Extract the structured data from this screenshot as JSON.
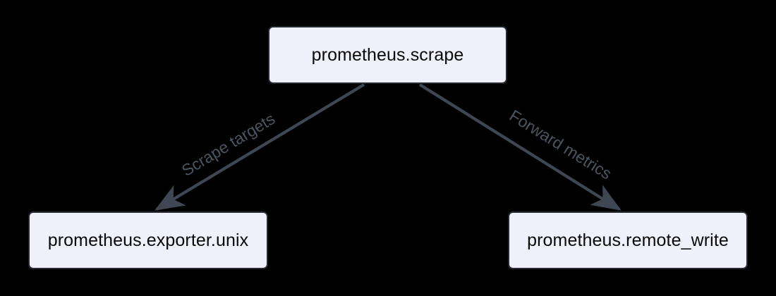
{
  "diagram": {
    "type": "flow-diagram",
    "background_color": "#000000",
    "node_fill_color": "#f0f0fa",
    "node_border_color": "#262b33",
    "node_text_color": "#0a0a0a",
    "edge_color": "#3f4852",
    "edge_label_color": "#4a5560",
    "nodes": [
      {
        "id": "scrape",
        "label": "prometheus.scrape"
      },
      {
        "id": "exporter_unix",
        "label": "prometheus.exporter.unix"
      },
      {
        "id": "remote_write",
        "label": "prometheus.remote_write"
      }
    ],
    "edges": [
      {
        "id": "scrape_to_exporter",
        "from": "scrape",
        "to": "exporter_unix",
        "label": "Scrape targets"
      },
      {
        "id": "scrape_to_remote_write",
        "from": "scrape",
        "to": "remote_write",
        "label": "Forward metrics"
      }
    ]
  }
}
